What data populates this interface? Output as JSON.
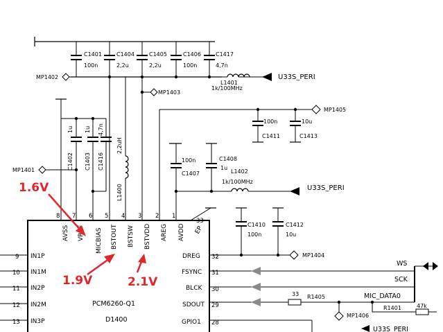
{
  "annotations": {
    "v1": "1.6V",
    "v2": "1.9V",
    "v3": "2.1V"
  },
  "colors": {
    "annotation": "#e0272b",
    "wire": "#000000",
    "port": "#8a8a8a"
  },
  "ic": {
    "name": "PCM6260-Q1",
    "ref": "D1400",
    "top_pins": [
      {
        "num": "8",
        "name": "AVSS"
      },
      {
        "num": "7",
        "name": "VREF"
      },
      {
        "num": "6",
        "name": "MICBIAS"
      },
      {
        "num": "5",
        "name": "BSTOUT"
      },
      {
        "num": "4",
        "name": "BSTSW"
      },
      {
        "num": "3",
        "name": "BSTVDD"
      },
      {
        "num": "2",
        "name": "AREG"
      },
      {
        "num": "1",
        "name": "AVDD"
      }
    ],
    "left_pins": [
      {
        "num": "9",
        "name": "IN1P"
      },
      {
        "num": "10",
        "name": "IN1M"
      },
      {
        "num": "11",
        "name": "IN2P"
      },
      {
        "num": "12",
        "name": "IN2M"
      },
      {
        "num": "13",
        "name": "IN3P"
      }
    ],
    "right_pins": [
      {
        "num": "32",
        "name": "DREG"
      },
      {
        "num": "31",
        "name": "FSYNC"
      },
      {
        "num": "30",
        "name": "BLCK"
      },
      {
        "num": "29",
        "name": "SDOUT"
      },
      {
        "num": "28",
        "name": "GPIO1"
      }
    ],
    "ep": {
      "num": "33",
      "name": "EP"
    }
  },
  "top_caps": [
    {
      "ref": "C1401",
      "value": "100n"
    },
    {
      "ref": "C1404",
      "value": "2,2u"
    },
    {
      "ref": "C1405",
      "value": "2,2u"
    },
    {
      "ref": "C1406",
      "value": "100n"
    },
    {
      "ref": "C1417",
      "value": "4,7n"
    }
  ],
  "left_caps": [
    {
      "ref": "C1402",
      "value": "1u"
    },
    {
      "ref": "C1403",
      "value": "1u"
    },
    {
      "ref": "C1416",
      "value": "4,7n"
    }
  ],
  "mid_caps": [
    {
      "ref": "C1411",
      "value": "100n"
    },
    {
      "ref": "C1413",
      "value": "10u"
    },
    {
      "ref": "C1407",
      "value": "100n"
    },
    {
      "ref": "C1408",
      "value": "1u"
    },
    {
      "ref": "C1410",
      "value": "100n"
    },
    {
      "ref": "C1412",
      "value": "10u"
    }
  ],
  "inductors": {
    "l1401": {
      "ref": "L1401",
      "value": "1k/100MHz"
    },
    "l1402": {
      "ref": "L1402",
      "value": "1k/100MHz"
    },
    "l1400": {
      "ref": "L1400",
      "value": "2,2uH"
    }
  },
  "nets": {
    "u33s_1": "U33S_PERI",
    "u33s_2": "U33S_PERI",
    "u33s_3": "U33S_PERI",
    "ws": "WS",
    "sck": "SCK",
    "mic": "MIC_DATA0"
  },
  "test_points": {
    "mp1402": "MP1402",
    "mp1403": "MP1403",
    "mp1405": "MP1405",
    "mp1401": "MP1401",
    "mp1404": "MP1404",
    "mp1406": "MP1406"
  },
  "resistors": {
    "r1405": {
      "ref": "R1405",
      "value": "33"
    },
    "r1401": {
      "ref": "R1401",
      "value": "47k"
    }
  }
}
